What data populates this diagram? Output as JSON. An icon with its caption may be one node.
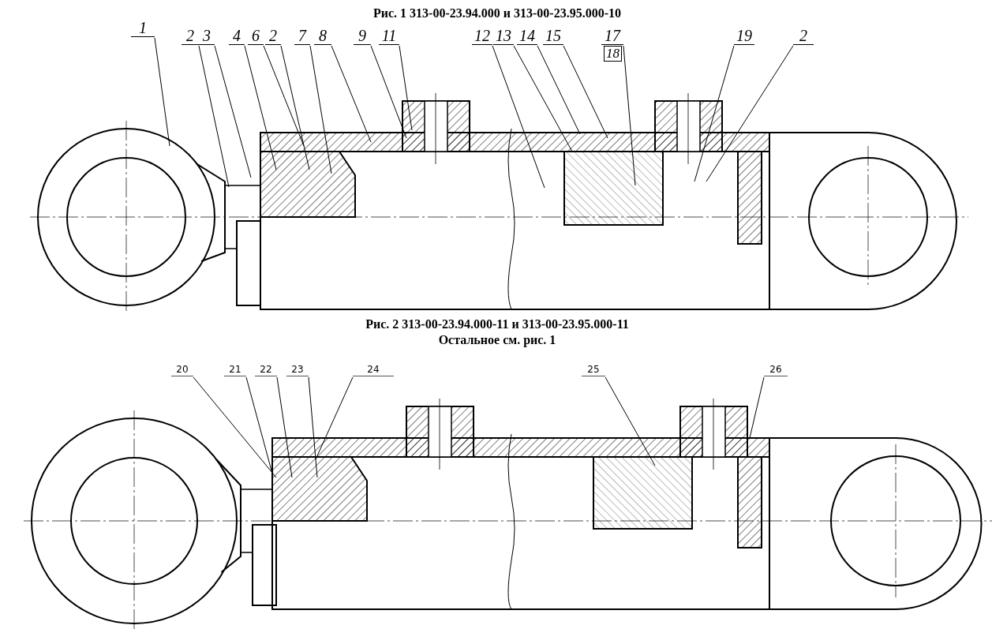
{
  "diagram": {
    "title": "Рис. 1 313-00-23.94.000 и 313-00-23.95.000-10",
    "nodes": [
      {
        "text": [
          "1"
        ]
      },
      {
        "text": [
          "2"
        ]
      },
      {
        "text": [
          "3"
        ]
      },
      {
        "text": [
          "4"
        ]
      },
      {
        "text": [
          "6"
        ]
      },
      {
        "text": [
          "2"
        ]
      },
      {
        "text": [
          "7"
        ]
      },
      {
        "text": [
          "8"
        ]
      },
      {
        "text": [
          "9"
        ]
      },
      {
        "text": [
          "11"
        ]
      },
      {
        "text": [
          "12"
        ]
      },
      {
        "text": [
          "13"
        ]
      },
      {
        "text": [
          "14"
        ]
      },
      {
        "text": [
          "15"
        ]
      },
      {
        "text": [
          "17"
        ]
      },
      {
        "text": [
          "18"
        ]
      },
      {
        "text": [
          "19"
        ]
      },
      {
        "text": [
          "2"
        ]
      },
      {
        "text": [
          "20"
        ]
      },
      {
        "text": [
          "21"
        ]
      },
      {
        "text": [
          "22"
        ]
      },
      {
        "text": [
          "23"
        ]
      },
      {
        "text": [
          "24"
        ]
      },
      {
        "text": [
          "25"
        ]
      },
      {
        "text": [
          "26"
        ]
      }
    ],
    "edges": [
      {
        "from": 0,
        "to": null,
        "arrow": "none"
      },
      {
        "from": 1,
        "to": null,
        "arrow": "none"
      },
      {
        "from": 2,
        "to": null,
        "arrow": "none"
      },
      {
        "from": 3,
        "to": null,
        "arrow": "none"
      },
      {
        "from": 4,
        "to": null,
        "arrow": "none"
      },
      {
        "from": 5,
        "to": null,
        "arrow": "none"
      },
      {
        "from": 6,
        "to": null,
        "arrow": "none"
      },
      {
        "from": 7,
        "to": null,
        "arrow": "none"
      },
      {
        "from": 8,
        "to": null,
        "arrow": "none"
      },
      {
        "from": 9,
        "to": null,
        "arrow": "none"
      },
      {
        "from": 10,
        "to": null,
        "arrow": "none"
      },
      {
        "from": 11,
        "to": null,
        "arrow": "none"
      },
      {
        "from": 12,
        "to": null,
        "arrow": "none"
      },
      {
        "from": 13,
        "to": null,
        "arrow": "none"
      },
      {
        "from": 14,
        "to": null,
        "arrow": "none"
      },
      {
        "from": 16,
        "to": null,
        "arrow": "none"
      },
      {
        "from": 17,
        "to": null,
        "arrow": "none"
      },
      {
        "from": 18,
        "to": null,
        "arrow": "none"
      },
      {
        "from": 19,
        "to": null,
        "arrow": "none"
      },
      {
        "from": 20,
        "to": null,
        "arrow": "none"
      },
      {
        "from": 21,
        "to": null,
        "arrow": "none"
      },
      {
        "from": 22,
        "to": null,
        "arrow": "none"
      },
      {
        "from": 23,
        "to": null,
        "arrow": "none"
      },
      {
        "from": 24,
        "to": null,
        "arrow": "none"
      }
    ],
    "labels": [
      "Рис. 2 313-00-23.94.000-11 и 313-00-23.95.000-11",
      "Остальное см. рис. 1"
    ]
  }
}
